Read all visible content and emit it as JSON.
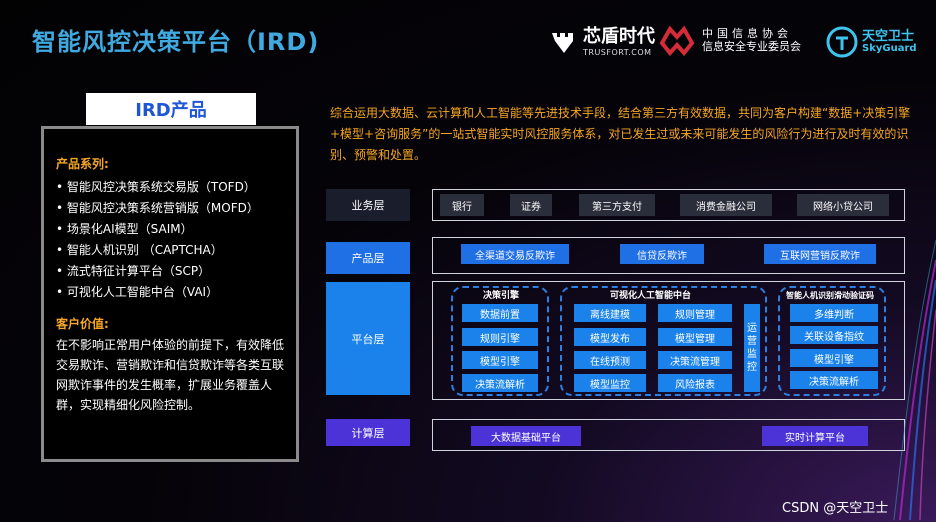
{
  "title": "智能风控决策平台（IRD)",
  "logos": {
    "trusfort": {
      "main": "芯盾时代",
      "sub": "TRUSFORT.COM"
    },
    "isc": {
      "main": "中国信息协会",
      "sub": "信息安全专业委员会"
    },
    "skyguard": {
      "main": "天空卫士",
      "sub": "SkyGuard"
    }
  },
  "left_panel": {
    "tab_label": "IRD产品",
    "series_title": "产品系列:",
    "series_items": [
      "• 智能风控决策系统交易版（TOFD）",
      "• 智能风控决策系统营销版（MOFD）",
      "• 场景化AI模型（SAIM）",
      "• 智能人机识别 （CAPTCHA）",
      "• 流式特征计算平台（SCP）",
      "• 可视化人工智能中台（VAI）"
    ],
    "value_title": "客户价值:",
    "value_text": "在不影响正常用户体验的前提下，有效降低交易欺诈、营销欺诈和信贷欺诈等各类互联网欺诈事件的发生概率，扩展业务覆盖人群，实现精细化风险控制。"
  },
  "intro": "综合运用大数据、云计算和人工智能等先进技术手段，结合第三方有效数据，共同为客户构建“数据+决策引擎+模型+咨询服务”的一站式智能实时风控服务体系，对已发生过或未来可能发生的风险行为进行及时有效的识别、预警和处置。",
  "layers": {
    "business": {
      "label": "业务层",
      "items": [
        "银行",
        "证券",
        "第三方支付",
        "消费金融公司",
        "网络小贷公司"
      ]
    },
    "product": {
      "label": "产品层",
      "items": [
        "全渠道交易反欺诈",
        "信贷反欺诈",
        "互联网营销反欺诈"
      ]
    },
    "platform": {
      "label": "平台层",
      "decision_engine": {
        "title": "决策引擎",
        "items": [
          "数据前置",
          "规则引擎",
          "模型引擎",
          "决策流解析"
        ]
      },
      "ai_platform": {
        "title": "可视化人工智能中台",
        "col1": [
          "离线建模",
          "模型发布",
          "在线预测",
          "模型监控"
        ],
        "col2": [
          "规则管理",
          "模型管理",
          "决策流管理",
          "风险报表"
        ]
      },
      "ops_monitor": "运营监控",
      "captcha": {
        "title": "智能人机识别滑动验证码",
        "items": [
          "多维判断",
          "关联设备指纹",
          "模型引擎",
          "决策流解析"
        ]
      }
    },
    "compute": {
      "label": "计算层",
      "items": [
        "大数据基础平台",
        "实时计算平台"
      ]
    }
  },
  "footer": "CSDN @天空卫士",
  "colors": {
    "title": "#3fa9e0",
    "accent_orange": "#f5a623",
    "blue": "#1f6fe5",
    "purple": "#4b33d8",
    "platform_blue": "#1a82ea"
  }
}
